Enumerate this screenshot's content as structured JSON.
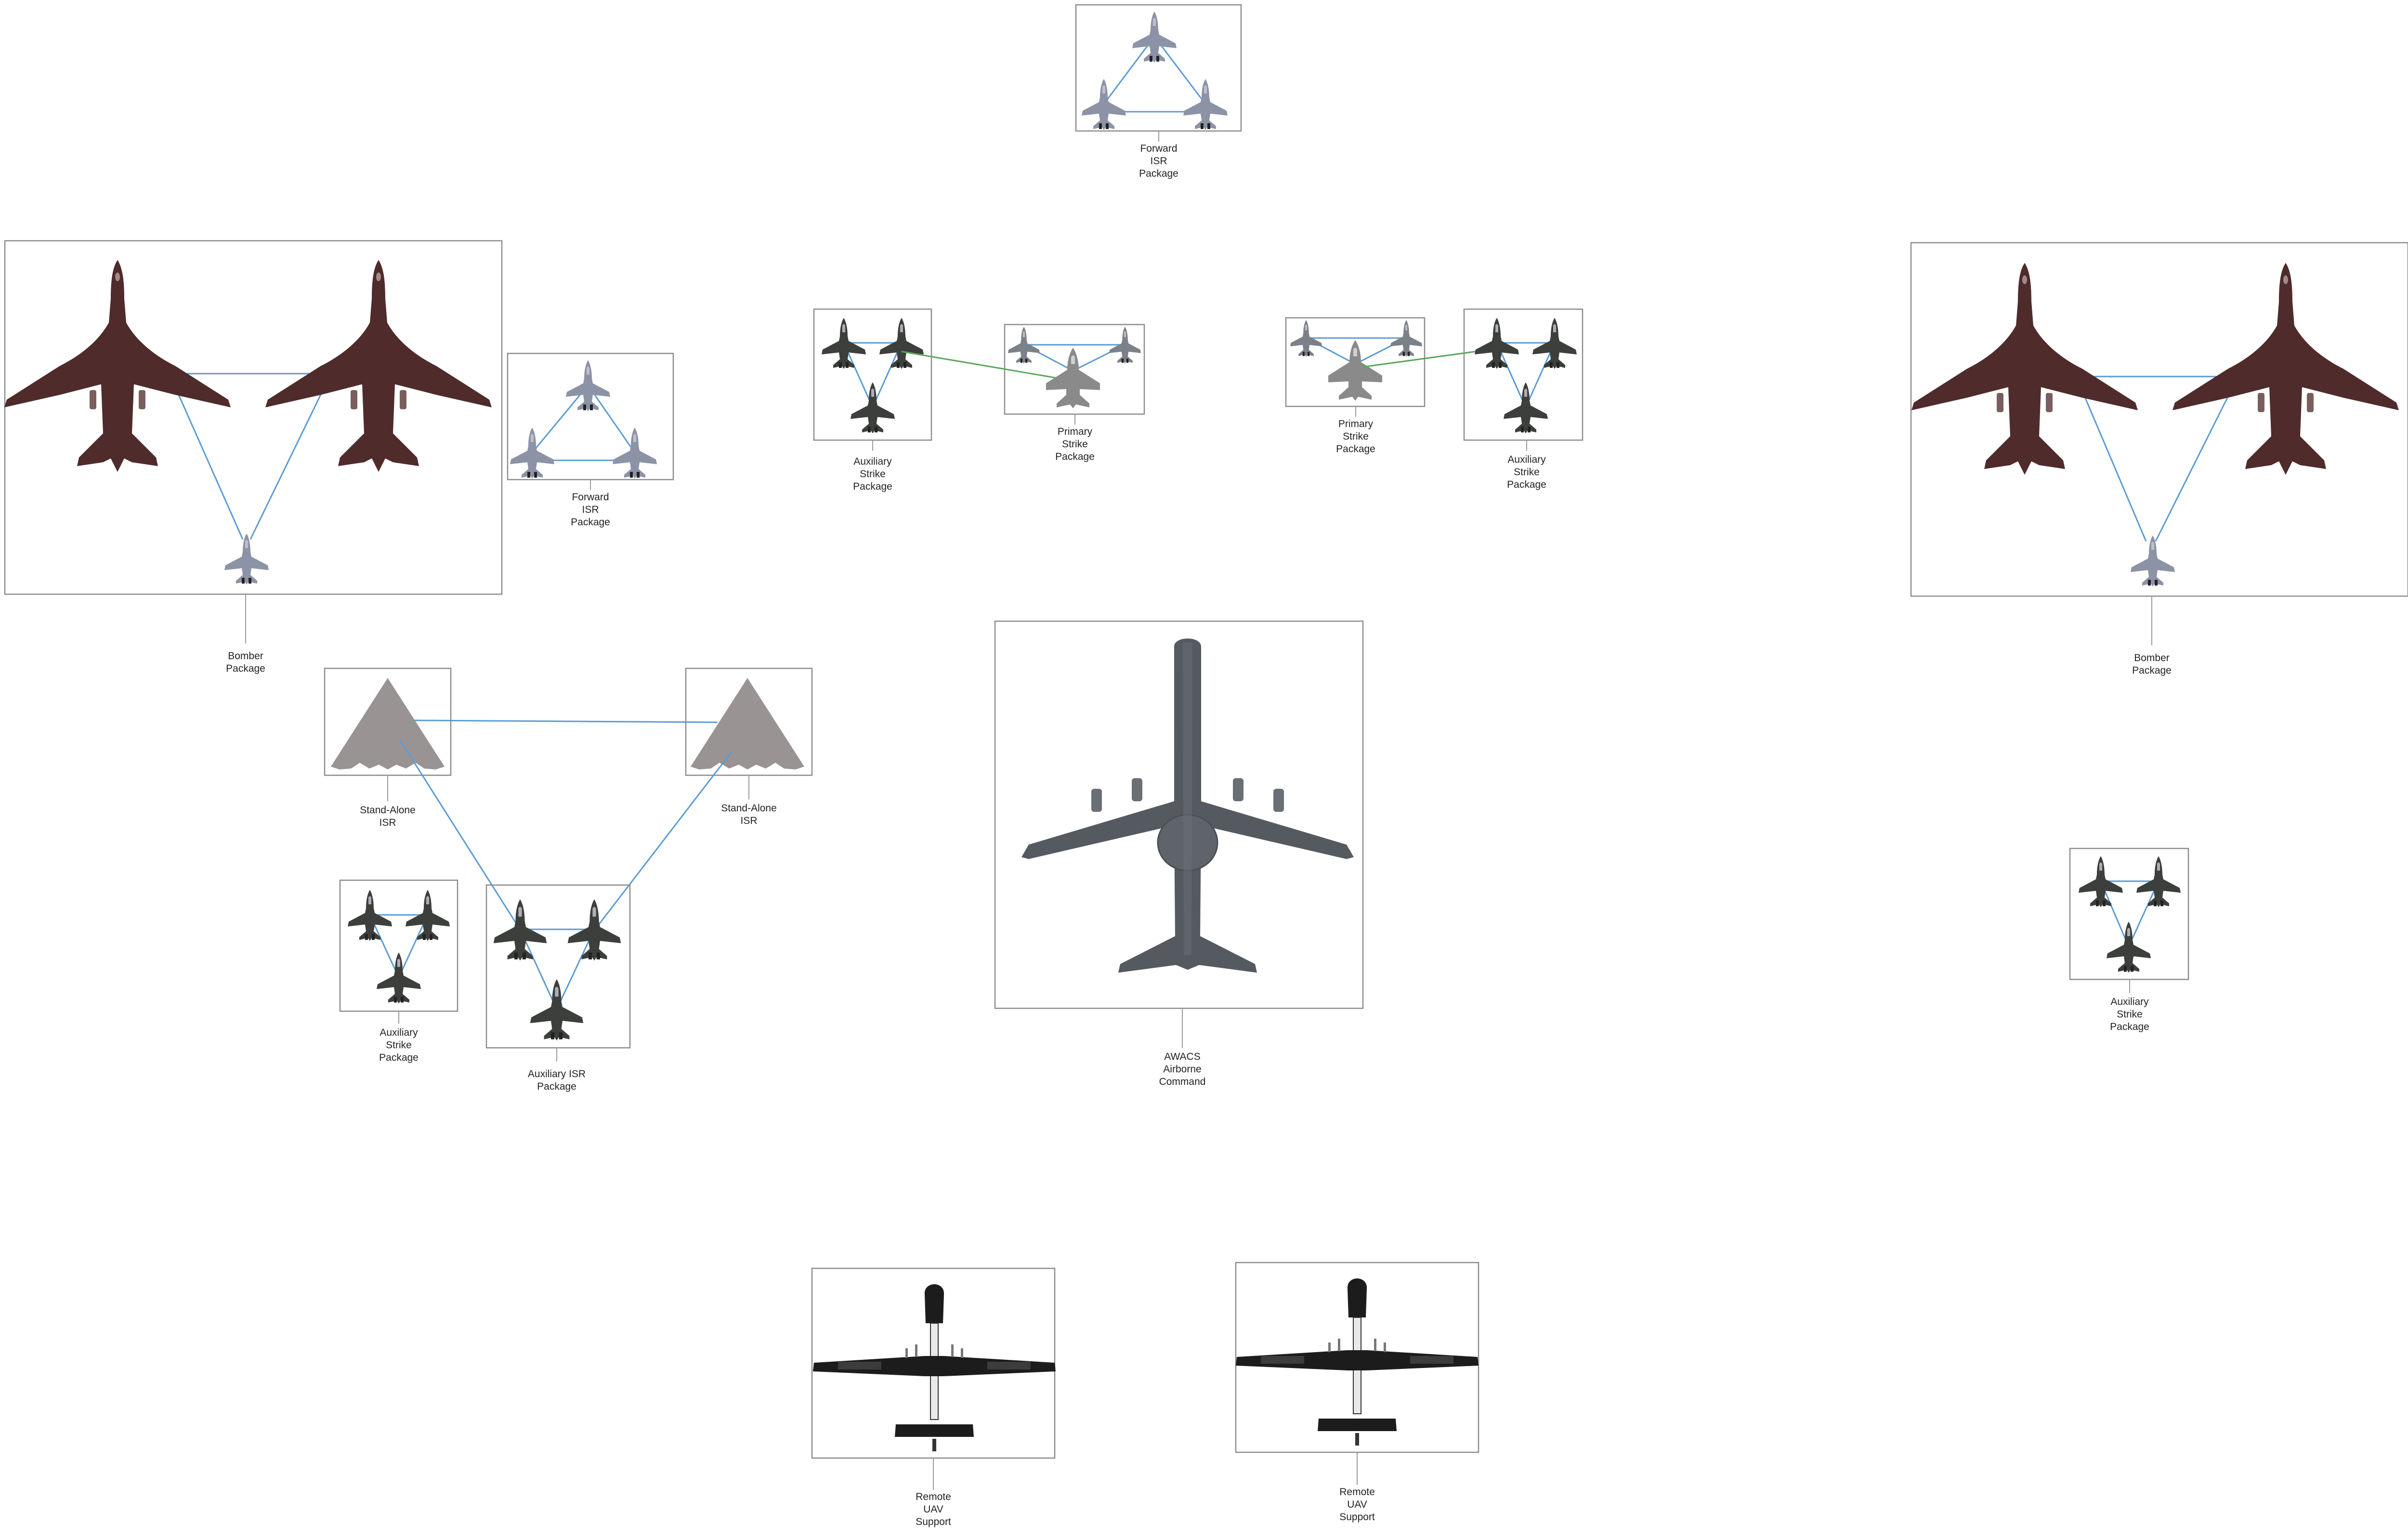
{
  "colors": {
    "link_blue": "#5b9bd5",
    "link_green": "#5aa65a",
    "bomber": "#4f2b2b",
    "stealth": "#9a9393",
    "fighter_light": "#8d93a6",
    "fighter_dark": "#3c3f3c",
    "awacs": "#555a60",
    "uav": "#1c1c1c"
  },
  "labels": {
    "forward_isr_top": [
      "Forward",
      "ISR",
      "Package"
    ],
    "forward_isr_left": [
      "Forward",
      "ISR",
      "Package"
    ],
    "bomber_left": [
      "Bomber",
      "Package"
    ],
    "bomber_right": [
      "Bomber",
      "Package"
    ],
    "aux_strike_a": [
      "Auxiliary",
      "Strike",
      "Package"
    ],
    "primary_strike_a": [
      "Primary",
      "Strike",
      "Package"
    ],
    "primary_strike_b": [
      "Primary",
      "Strike",
      "Package"
    ],
    "aux_strike_b": [
      "Auxiliary",
      "Strike",
      "Package"
    ],
    "standalone_isr_left": [
      "Stand-Alone",
      "ISR"
    ],
    "standalone_isr_right": [
      "Stand-Alone",
      "ISR"
    ],
    "aux_strike_c": [
      "Auxiliary",
      "Strike",
      "Package"
    ],
    "aux_isr": [
      "Auxiliary ISR",
      "Package"
    ],
    "awacs": [
      "AWACS",
      "Airborne",
      "Command"
    ],
    "aux_strike_d": [
      "Auxiliary",
      "Strike",
      "Package"
    ],
    "uav_left": [
      "Remote",
      "UAV",
      "Support"
    ],
    "uav_right": [
      "Remote",
      "UAV",
      "Support"
    ]
  }
}
